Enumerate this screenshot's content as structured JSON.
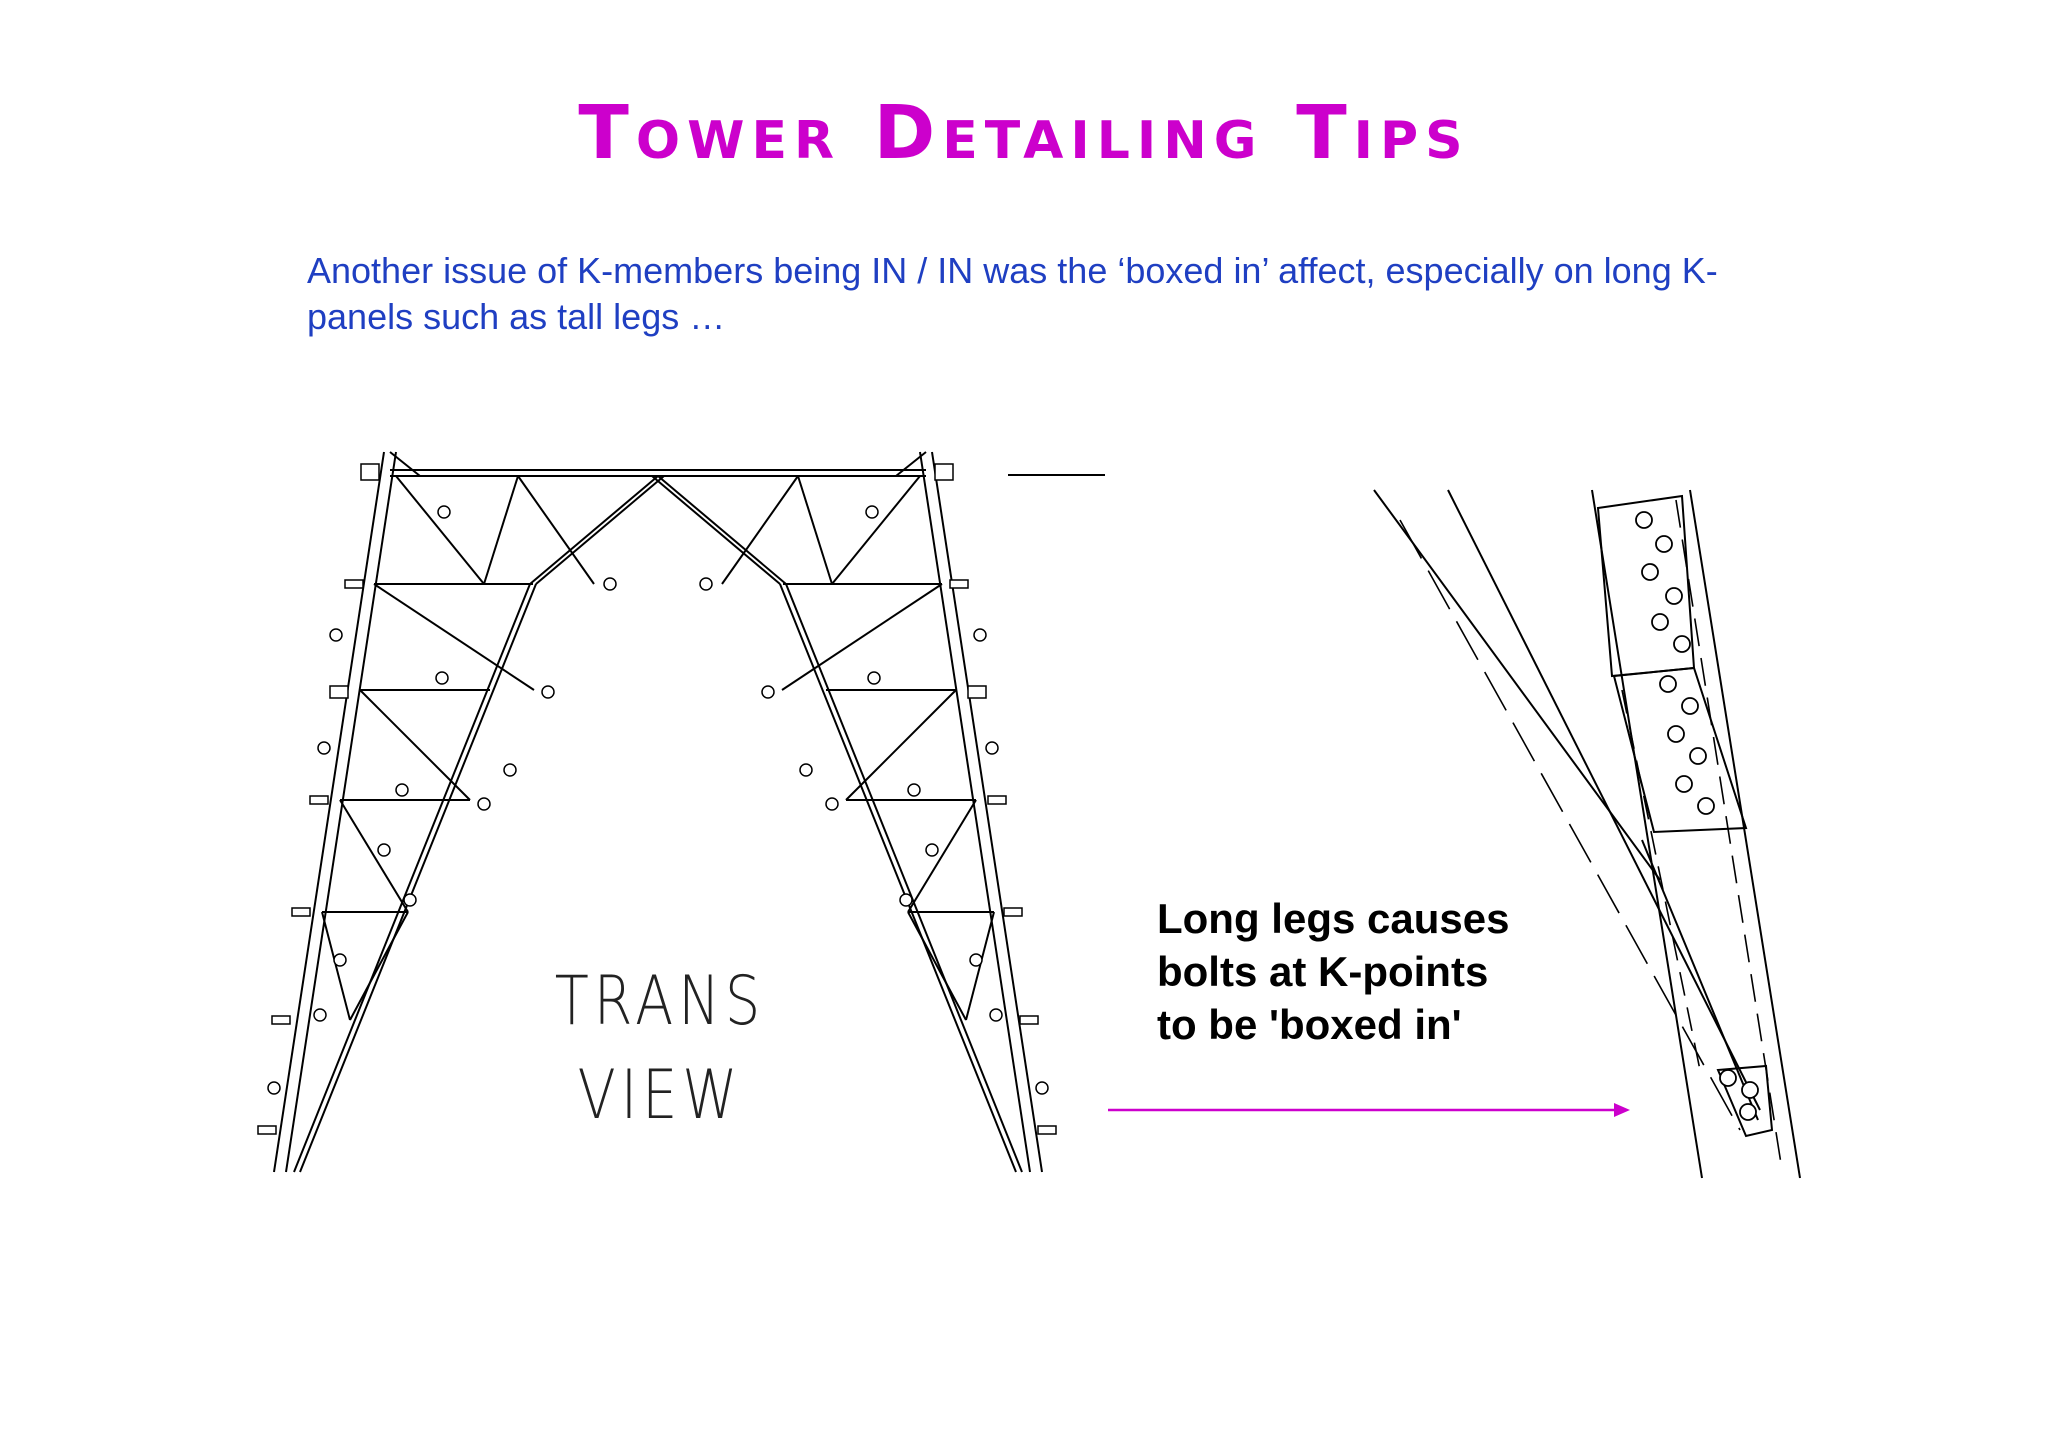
{
  "slide": {
    "title": "Tower Detailing Tips",
    "subtitle": "Another issue of K-members being IN / IN was the ‘boxed in’ affect, especially on long K-panels such as tall legs …"
  },
  "drawing": {
    "view_label_line1": "TRANS",
    "view_label_line2": "VIEW"
  },
  "callout": {
    "line1": "Long legs causes",
    "line2": "bolts at K-points",
    "line3": "to be 'boxed in'"
  },
  "colors": {
    "title": "#cc00cc",
    "subtitle": "#1f3fc2",
    "arrow": "#cc00cc"
  }
}
